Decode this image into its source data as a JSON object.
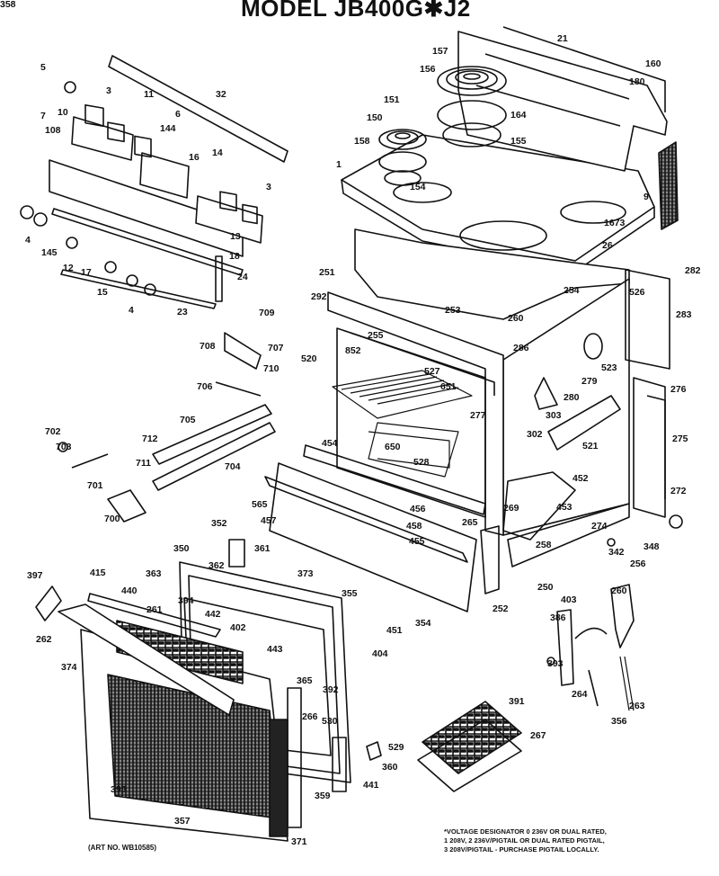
{
  "title": "MODEL JB400G✱J2",
  "art_number": "(ART NO. WB10585)",
  "voltage_note": "*VOLTAGE DESIGNATOR 0 236V OR DUAL RATED,\n1 208V, 2 236V/PIGTAIL OR DUAL RATED PIGTAIL,\n3 208V/PIGTAIL - PURCHASE PIGTAIL LOCALLY.",
  "callouts": [
    "5",
    "3",
    "11",
    "32",
    "7",
    "10",
    "144",
    "108",
    "6",
    "16",
    "14",
    "3",
    "4",
    "145",
    "13",
    "12",
    "17",
    "18",
    "15",
    "4",
    "24",
    "23",
    "157",
    "21",
    "156",
    "160",
    "180",
    "151",
    "164",
    "150",
    "155",
    "158",
    "1",
    "154",
    "9",
    "1673",
    "26",
    "282",
    "251",
    "254",
    "292",
    "253",
    "260",
    "526",
    "283",
    "709",
    "708",
    "707",
    "286",
    "710",
    "520",
    "852",
    "255",
    "527",
    "523",
    "276",
    "706",
    "651",
    "280",
    "279",
    "702",
    "705",
    "277",
    "303",
    "712",
    "703",
    "302",
    "521",
    "275",
    "701",
    "711",
    "704",
    "650",
    "528",
    "454",
    "452",
    "565",
    "272",
    "700",
    "457",
    "456",
    "265",
    "269",
    "453",
    "458",
    "274",
    "352",
    "361",
    "455",
    "342",
    "348",
    "350",
    "362",
    "258",
    "256",
    "397",
    "415",
    "363",
    "373",
    "355",
    "440",
    "252",
    "250",
    "394",
    "403",
    "260",
    "261",
    "442",
    "402",
    "354",
    "451",
    "386",
    "262",
    "443",
    "404",
    "374",
    "365",
    "392",
    "393",
    "264",
    "263",
    "266",
    "391",
    "530",
    "356",
    "267",
    "529",
    "399",
    "359",
    "441",
    "360",
    "357",
    "371",
    "358"
  ]
}
